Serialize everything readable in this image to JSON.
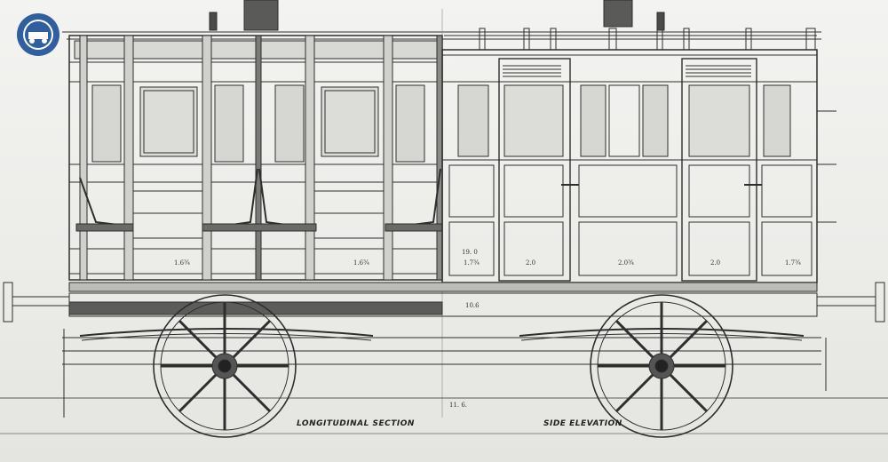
{
  "drawing": {
    "labels": {
      "longitudinal": "LONGITUDINAL SECTION",
      "side": "SIDE ELEVATION"
    },
    "dimensions": {
      "bottom": "11. 6.",
      "d1": "1.6¾",
      "d2": "1.6¾",
      "d3": "19. 0",
      "d4": "1.7¾",
      "d5": "2.0",
      "d6": "2.0¾",
      "d7": "2.0",
      "d8": "1.7¾",
      "d9": "10.6"
    }
  },
  "colors": {
    "paper": "#efefec",
    "ink": "#2b2b2b",
    "logo": "#2f5f9e"
  },
  "logo": {
    "icon": "railway-seal-icon"
  }
}
